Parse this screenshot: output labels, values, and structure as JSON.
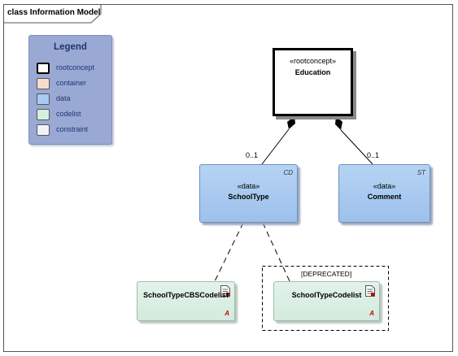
{
  "frame": {
    "title": "class Information Model"
  },
  "legend": {
    "title": "Legend",
    "items": [
      {
        "label": "rootconcept",
        "color": "#ffffff"
      },
      {
        "label": "container",
        "color": "#f6dccf"
      },
      {
        "label": "data",
        "color": "#a9cbf1"
      },
      {
        "label": "codelist",
        "color": "#d6eedf"
      },
      {
        "label": "constraint",
        "color": "#f0f1fa"
      }
    ]
  },
  "classes": {
    "education": {
      "stereotype": "«rootconcept»",
      "name": "Education"
    },
    "schooltype": {
      "stereotype": "«data»",
      "name": "SchoolType",
      "corner": "CD"
    },
    "comment": {
      "stereotype": "«data»",
      "name": "Comment",
      "corner": "ST"
    },
    "schooltypecbs": {
      "name": "SchoolTypeCBSCodelist",
      "abstract": "A"
    },
    "schooltypecodelist": {
      "name": "SchoolTypeCodelist",
      "abstract": "A"
    }
  },
  "associations": {
    "left_multiplicity": "0..1",
    "right_multiplicity": "0..1"
  },
  "deprecated_label": "[DEPRECATED]"
}
